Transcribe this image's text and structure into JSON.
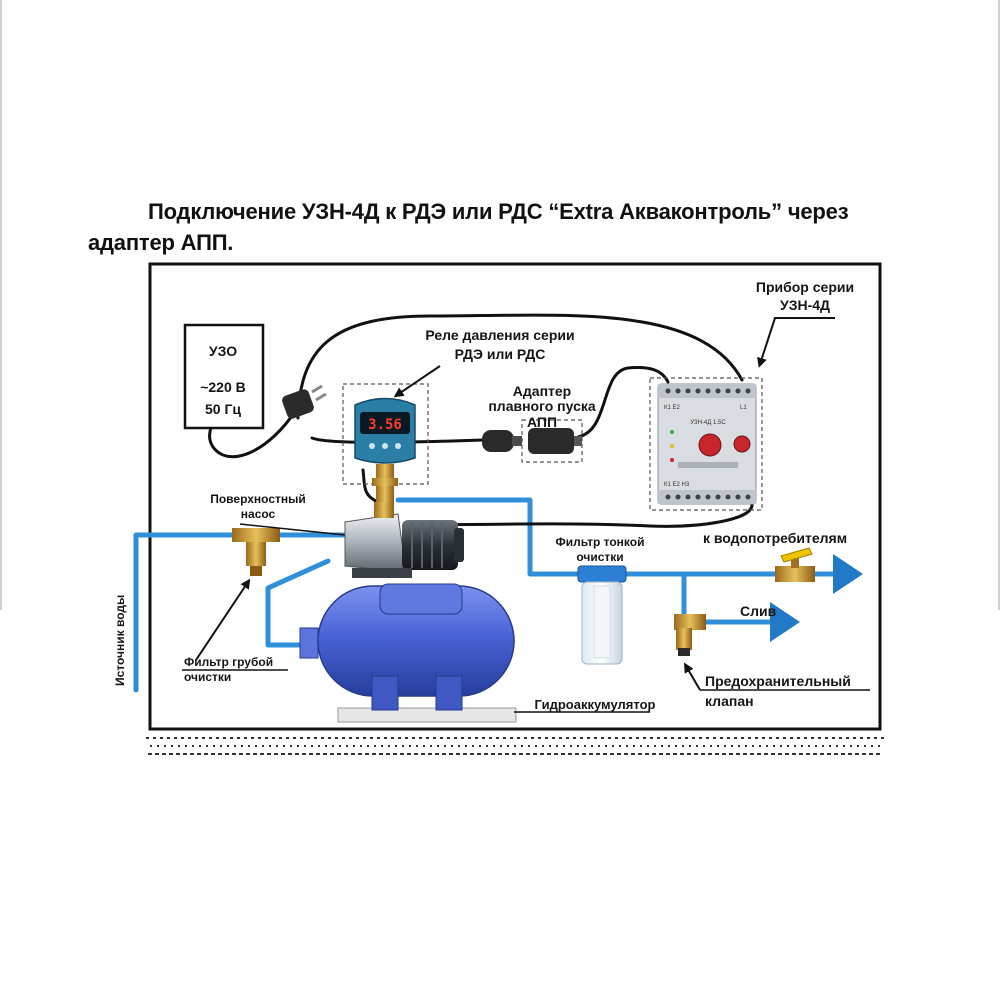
{
  "title": {
    "line1": "Подключение УЗН-4Д к РДЭ или РДС “Extra Акваконтроль” через",
    "line2": "адаптер АПП."
  },
  "labels": {
    "uzo": "УЗО",
    "voltage": "~220 В",
    "frequency": "50 Гц",
    "relay_line1": "Реле давления серии",
    "relay_line2": "РДЭ или РДС",
    "adapter_line1": "Адаптер",
    "adapter_line2": "плавного пуска",
    "adapter_line3": "АПП",
    "device_line1": "Прибор серии",
    "device_line2": "УЗН-4Д",
    "pump_line1": "Поверхностный",
    "pump_line2": "насос",
    "fine_filter_line1": "Фильтр тонкой",
    "fine_filter_line2": "очистки",
    "consumers": "к водопотребителям",
    "drain": "Слив",
    "water_source": "Источник воды",
    "coarse_filter_line1": "Фильтр грубой",
    "coarse_filter_line2": "очистки",
    "safety_valve_line1": "Предохранительный",
    "safety_valve_line2": "клапан",
    "accumulator": "Гидроаккумулятор",
    "relay_display": "3.56",
    "device_panel_title": "УЗН-4Д 1.5С",
    "device_terminal_left": "К1  Е2",
    "device_terminal_right": "L1",
    "device_terminal_left_bottom": "К1  Е2  Н3"
  },
  "colors": {
    "pipe": "#2f8fd8",
    "pipe_arrow": "#2179c7",
    "tank": "#4a63d6",
    "relay_body": "#2b7fa6",
    "device_body": "#d9dde2",
    "cable": "#111111",
    "knob_red": "#c8262d"
  }
}
